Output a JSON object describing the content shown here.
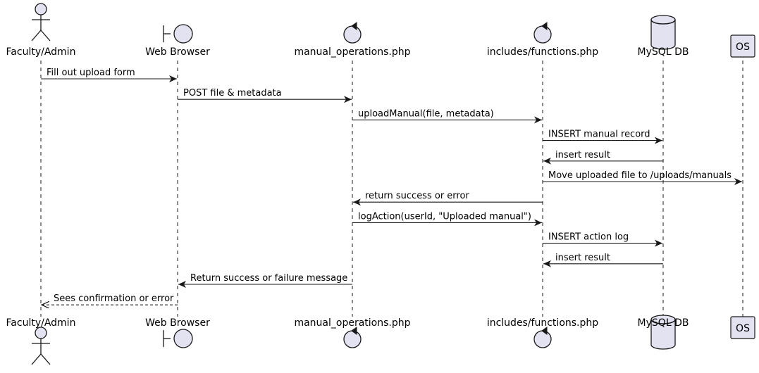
{
  "participants": [
    {
      "id": "admin",
      "label": "Faculty/Admin",
      "kind": "actor"
    },
    {
      "id": "browser",
      "label": "Web Browser",
      "kind": "boundary"
    },
    {
      "id": "manual_ops",
      "label": "manual_operations.php",
      "kind": "control"
    },
    {
      "id": "functions",
      "label": "includes/functions.php",
      "kind": "control"
    },
    {
      "id": "mysql",
      "label": "MySQL DB",
      "kind": "database"
    },
    {
      "id": "os",
      "label": "OS",
      "kind": "participant"
    }
  ],
  "messages": [
    {
      "from": "admin",
      "to": "browser",
      "text": "Fill out upload form",
      "style": "solid"
    },
    {
      "from": "browser",
      "to": "manual_ops",
      "text": "POST file & metadata",
      "style": "solid"
    },
    {
      "from": "manual_ops",
      "to": "functions",
      "text": "uploadManual(file, metadata)",
      "style": "solid"
    },
    {
      "from": "functions",
      "to": "mysql",
      "text": "INSERT manual record",
      "style": "solid"
    },
    {
      "from": "mysql",
      "to": "functions",
      "text": "insert result",
      "style": "solid"
    },
    {
      "from": "functions",
      "to": "os",
      "text": "Move uploaded file to /uploads/manuals",
      "style": "solid"
    },
    {
      "from": "functions",
      "to": "manual_ops",
      "text": "return success or error",
      "style": "solid"
    },
    {
      "from": "manual_ops",
      "to": "functions",
      "text": "logAction(userId, \"Uploaded manual\")",
      "style": "solid"
    },
    {
      "from": "functions",
      "to": "mysql",
      "text": "INSERT action log",
      "style": "solid"
    },
    {
      "from": "mysql",
      "to": "functions",
      "text": "insert result",
      "style": "solid"
    },
    {
      "from": "manual_ops",
      "to": "browser",
      "text": "Return success or failure message",
      "style": "solid"
    },
    {
      "from": "browser",
      "to": "admin",
      "text": "Sees confirmation or error",
      "style": "dashed"
    }
  ],
  "colors": {
    "shape_fill": "#e2e2f0",
    "shape_stroke": "#181818",
    "lifeline": "#181818",
    "arrow": "#181818",
    "text": "#000000",
    "background": "#ffffff"
  }
}
